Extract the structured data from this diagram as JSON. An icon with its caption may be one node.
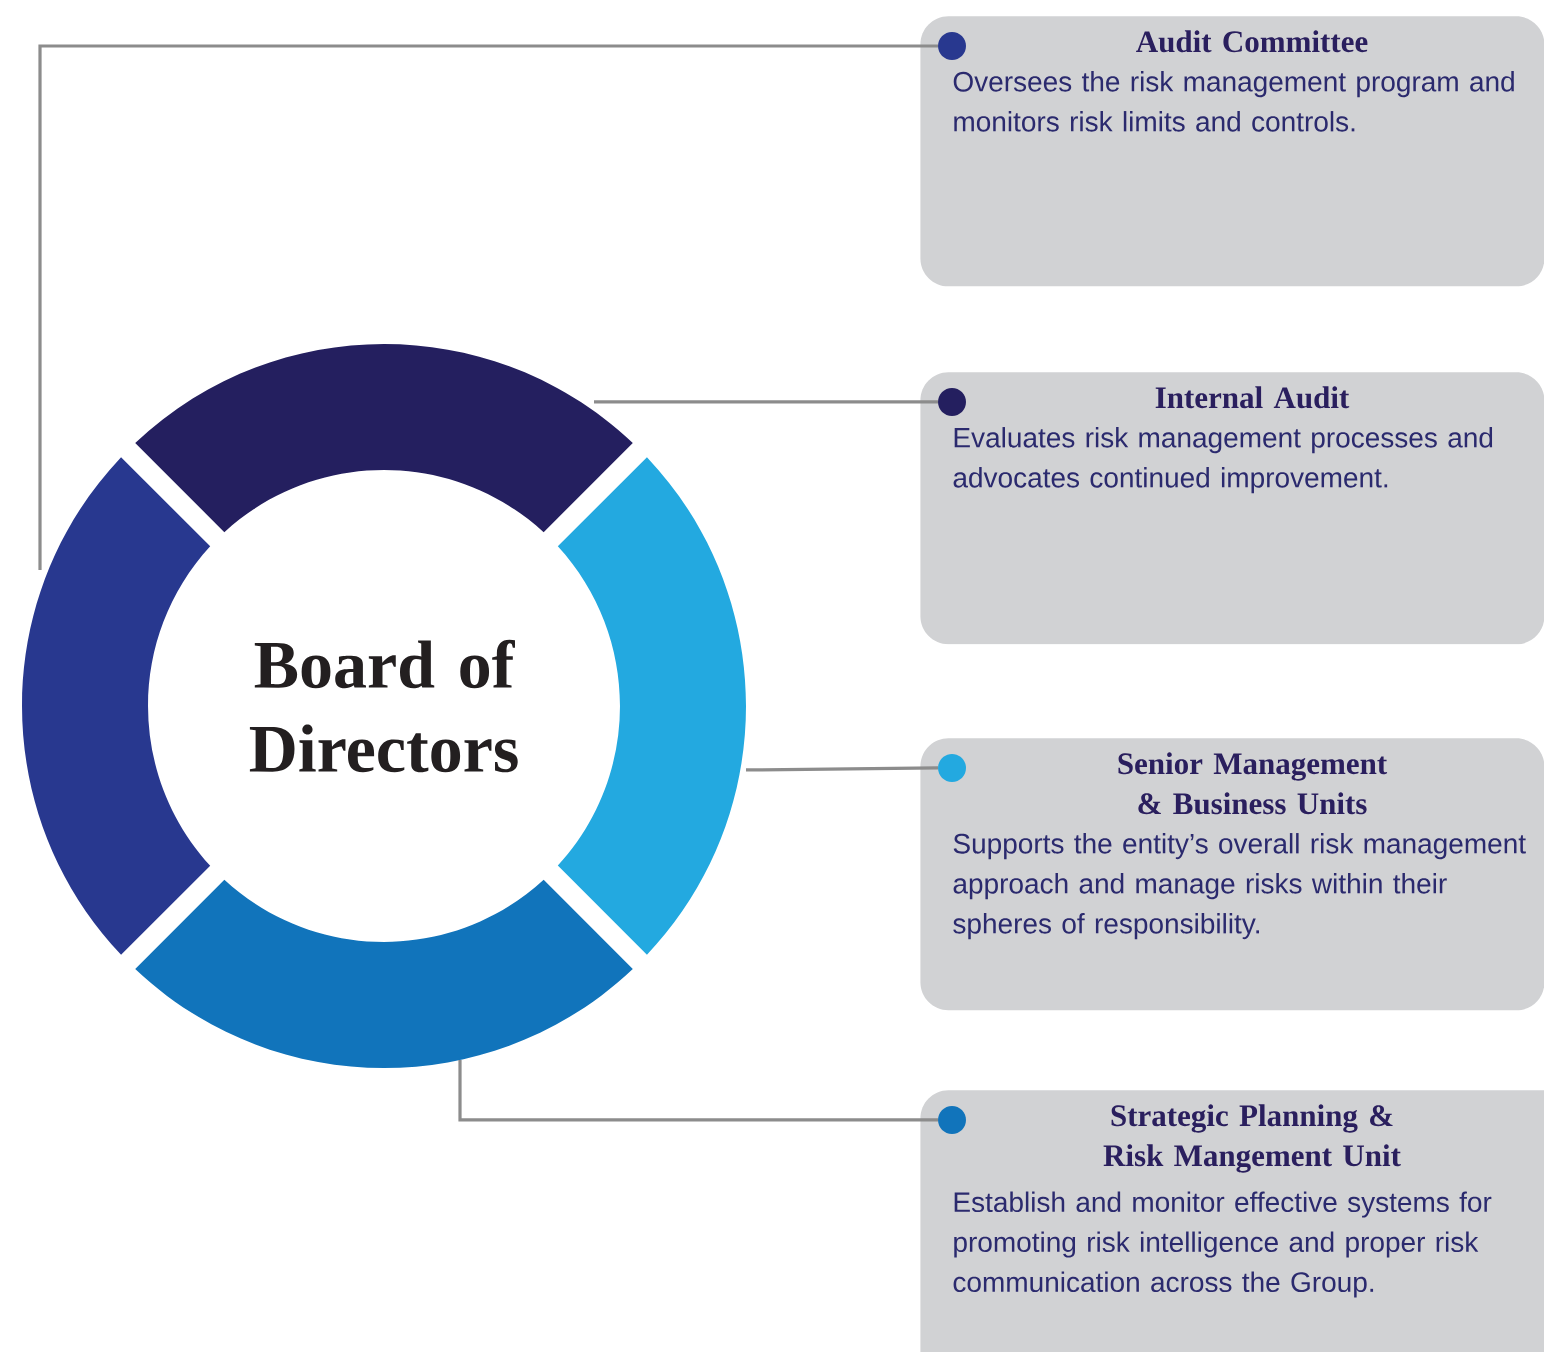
{
  "diagram": {
    "nodes": [
      {
        "text": [
          "Board of Directors"
        ]
      },
      {
        "text": [],
        "shape": "arc"
      },
      {
        "text": [],
        "shape": "arc"
      },
      {
        "text": [],
        "shape": "arc"
      },
      {
        "text": [],
        "shape": "arc"
      },
      {
        "text": [
          "Audit Committee",
          "Oversees the risk management program and monitors risk limits and controls."
        ]
      },
      {
        "text": [
          "Internal Audit",
          "Evaluates risk management processes and advocates continued improvement."
        ]
      },
      {
        "text": [
          "Senior Management & Business Units",
          "Supports the entity’s overall risk management approach and manage risks within their spheres of responsibility."
        ]
      },
      {
        "text": [
          "Strategic Planning & Risk Mangement Unit",
          "Establish and monitor effective systems for promoting risk intelligence and proper risk communication across the Group."
        ]
      }
    ],
    "edges": [
      {
        "from": 2,
        "to": 5,
        "arrow": "none"
      },
      {
        "from": 1,
        "to": 6,
        "arrow": "none"
      },
      {
        "from": 3,
        "to": 7,
        "arrow": "none"
      },
      {
        "from": 4,
        "to": 8,
        "arrow": "none"
      }
    ]
  }
}
